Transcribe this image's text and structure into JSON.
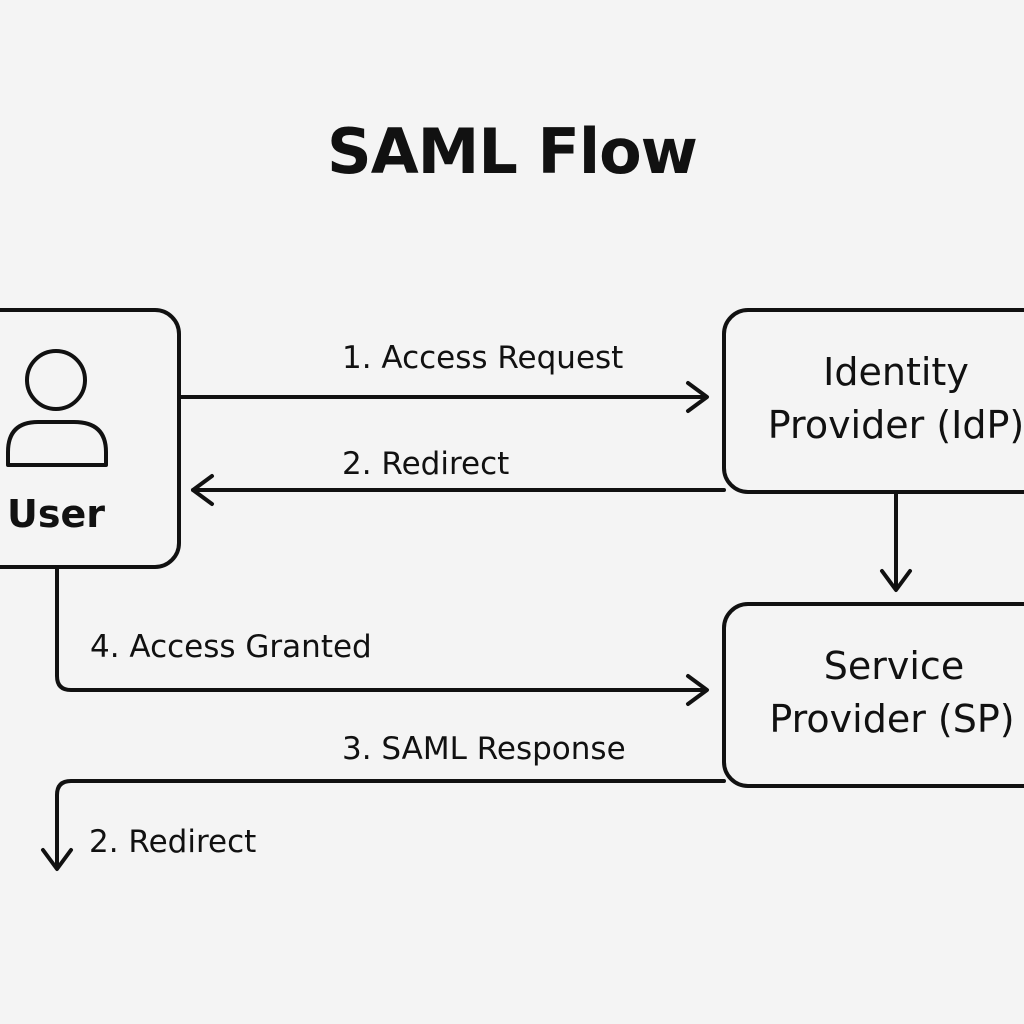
{
  "title": "SAML Flow",
  "nodes": {
    "user": {
      "label": "User",
      "icon": "user-icon"
    },
    "idp": {
      "line1": "Identity",
      "line2": "Provider (IdP)"
    },
    "sp": {
      "line1": "Service",
      "line2": "Provider (SP)"
    }
  },
  "edges": {
    "access_request": "1. Access Request",
    "redirect_to_user": "2. Redirect",
    "access_granted": "4. Access Granted",
    "saml_response": "3. SAML Response",
    "redirect_down": "2. Redirect"
  },
  "colors": {
    "background": "#f4f4f4",
    "ink": "#111111"
  }
}
